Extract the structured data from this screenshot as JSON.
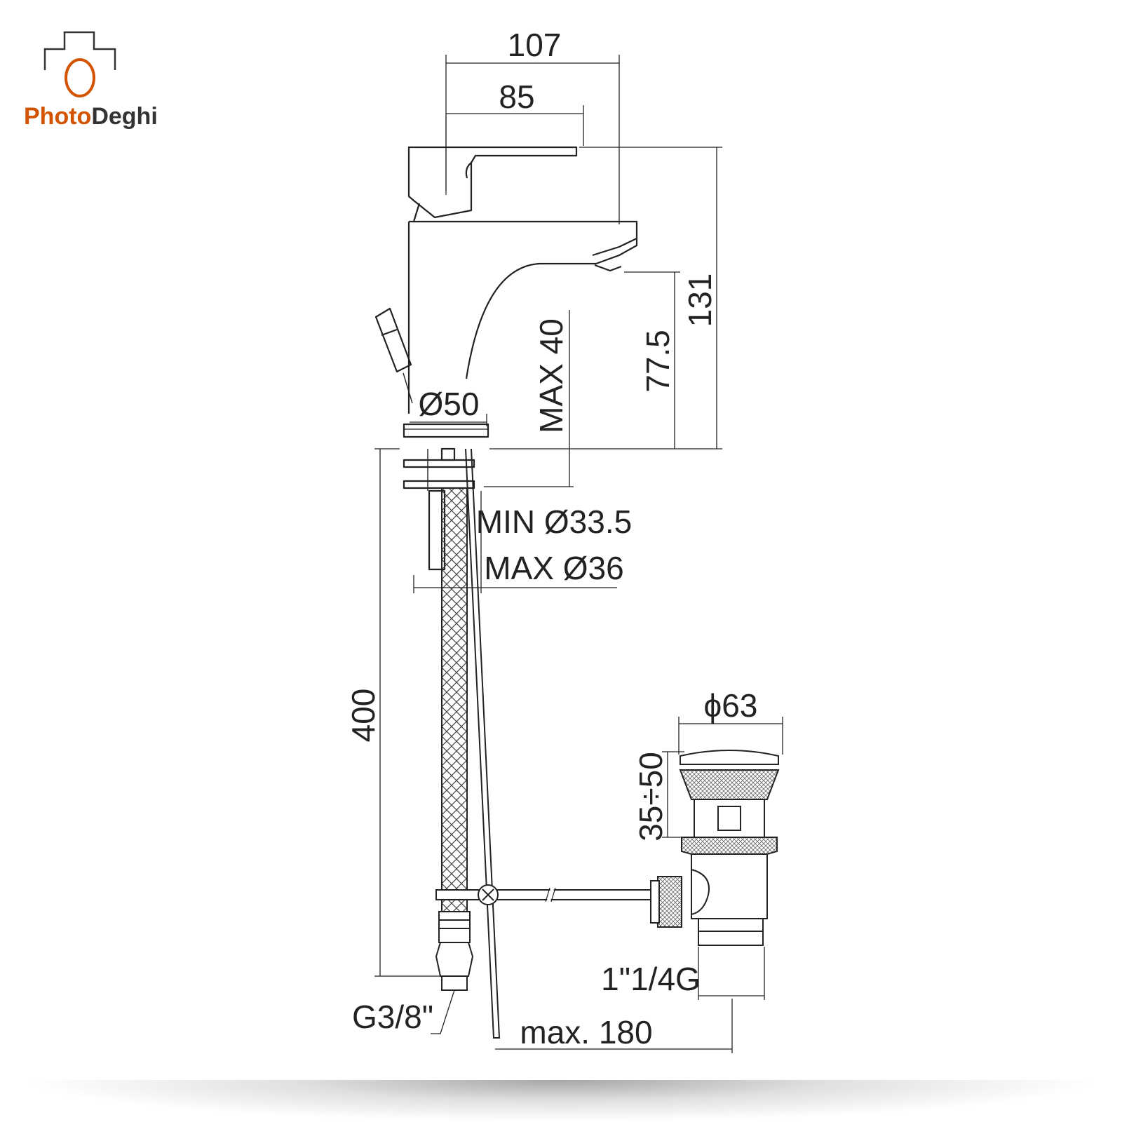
{
  "logo": {
    "part1": "Photo",
    "part2": "Deghi",
    "color_part1": "#d35400",
    "color_part2": "#333333",
    "icon": "camera-icon"
  },
  "dimensions": {
    "width_107": "107",
    "width_85": "85",
    "height_131": "131",
    "height_77_5": "77.5",
    "max_40": "MAX 40",
    "diameter_50": "Ø50",
    "min_hole": "MIN Ø33.5",
    "max_hole": "MAX Ø36",
    "hose_400": "400",
    "drain_diameter": "ϕ63",
    "drain_range": "35÷50",
    "drain_thread": "1\"1/4G",
    "hose_thread": "G3/8\"",
    "rod_length": "max. 180"
  },
  "colors": {
    "line": "#222222",
    "accent": "#d35400"
  }
}
